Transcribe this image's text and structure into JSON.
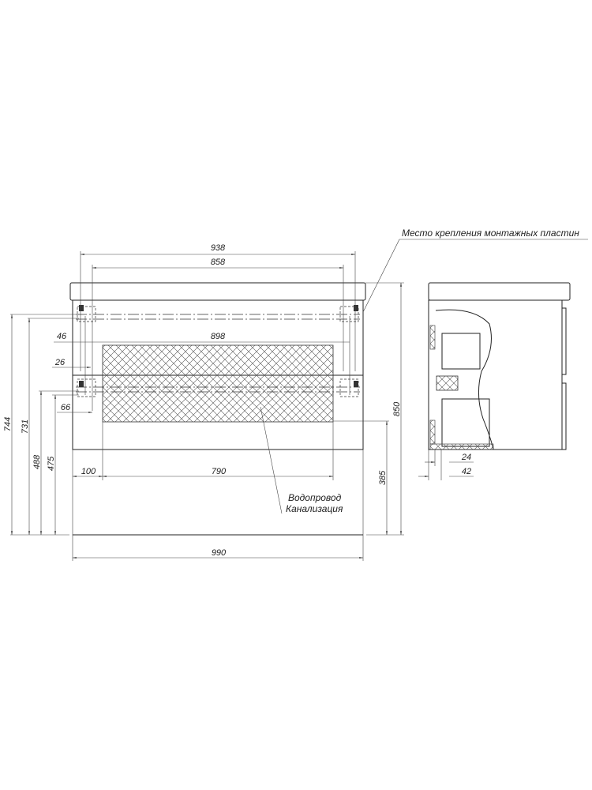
{
  "callouts": {
    "mounting_plates": "Место крепления монтажных пластин",
    "water_supply": "Водопровод",
    "sewer": "Канализация"
  },
  "dimensions": {
    "d938": "938",
    "d858": "858",
    "d898": "898",
    "d46": "46",
    "d26": "26",
    "d66": "66",
    "d744": "744",
    "d731": "731",
    "d488": "488",
    "d475": "475",
    "d850": "850",
    "d385": "385",
    "d100": "100",
    "d790": "790",
    "d990": "990",
    "d24": "24",
    "d42": "42"
  },
  "colors": {
    "line": "#222222",
    "background": "#ffffff"
  }
}
